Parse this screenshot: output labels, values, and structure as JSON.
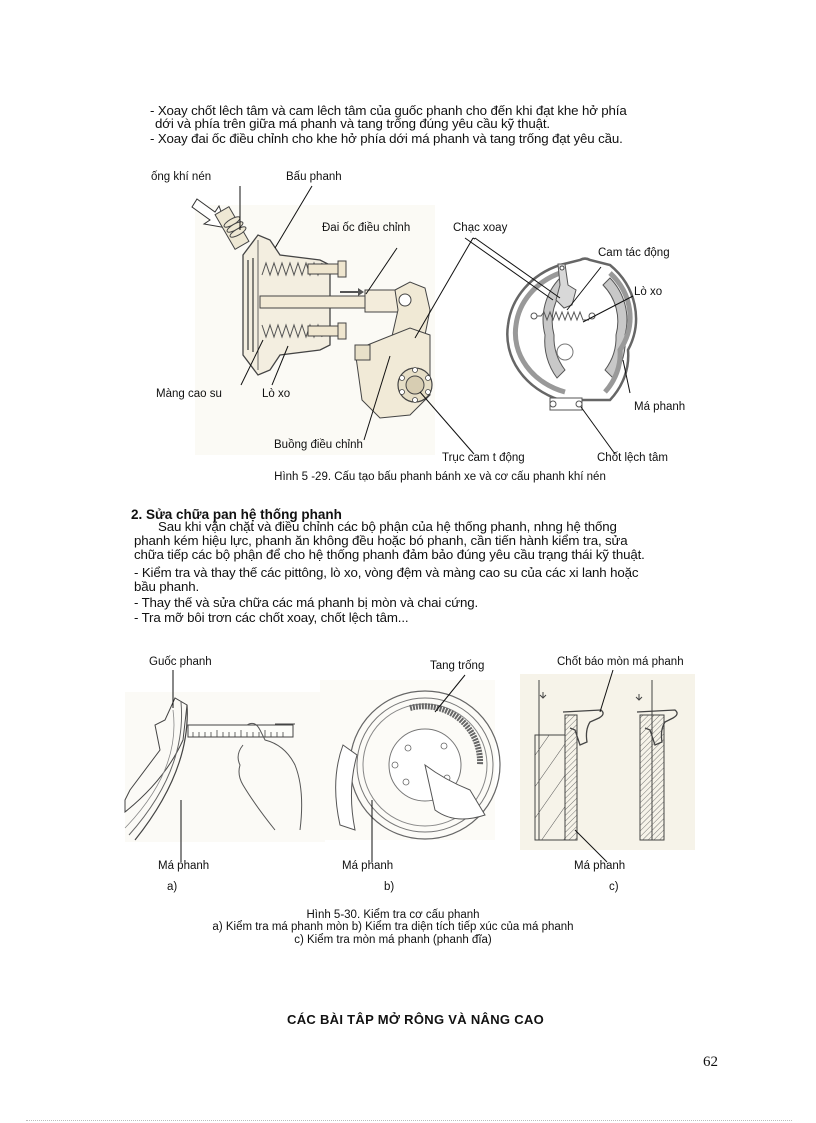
{
  "intro_steps": [
    "- Xoay chốt lêch tâm và cam lêch tâm của guốc phanh cho đến khi đạt khe hở phía",
    "dới   và phía trên giữa má phanh và tang trống đúng yêu cầu kỹ thuật.",
    "- Xoay đai ốc điều chỉnh cho khe hở phía dới   má phanh và tang trống đạt yêu cầu."
  ],
  "figure_5_29": {
    "labels": {
      "ong_khi_nen": "ống khí nén",
      "bau_phanh": "Bấu phanh",
      "dai_oc_dieu_chinh": "Đai ốc điều chỉnh",
      "chac_xoay": "Chạc xoay",
      "cam_tac_dong": "Cam tác động",
      "lo_xo_right": "Lò xo",
      "mang_cao_su": "Màng cao su",
      "lo_xo_left": "Lò xo",
      "ma_phanh": "Má phanh",
      "buong_dieu_chinh": "Buồng điều chỉnh",
      "truc_cam": "Trục cam t động",
      "chot_lech_tam": "Chốt  lệch tâm"
    },
    "caption": "Hình 5 -29. Cấu tạo bấu phanh bánh xe và cơ cấu phanh  khí nén"
  },
  "section_2": {
    "heading": "2. Sửa chữa pan hệ thống phanh",
    "paragraph_lines": [
      "Sau khi vặn chặt và điều chỉnh các bộ phận của hệ thống phanh, nhng   hệ thống",
      "phanh kém hiệu lực, phanh ăn không đều hoặc bó phanh, cần tiến hành kiểm tra, sửa",
      "chữa tiếp các bộ phận để cho hệ thống phanh đảm bảo đúng yêu cầu trạng thái kỹ thuật."
    ],
    "bullets": [
      " - Kiểm tra và thay thế các pittông, lò xo, vòng đệm và màng cao su của các xi lanh hoặc",
      "bầu phanh.",
      " - Thay thế và sửa chữa các má phanh bị mòn và chai cứng.",
      " - Tra mỡ bôi trơn các chốt xoay, chốt lệch tâm..."
    ]
  },
  "figure_5_30": {
    "labels": {
      "guoc_phanh": "Guốc phanh",
      "tang_trong": "Tang trống",
      "chot_bao_mon": "Chốt báo mòn má phanh",
      "ma_phanh_a": "Má phanh",
      "ma_phanh_b": "Má phanh",
      "ma_phanh_c": "Má phanh"
    },
    "sub_labels": [
      "a)",
      "b)",
      "c)"
    ],
    "caption_lines": [
      "Hình 5-30.  Kiểm tra cơ cấu phanh",
      "a) Kiểm tra má phanh  mòn   b) Kiểm tra diện tích tiếp xúc của má phanh",
      "c) Kiểm tra mòn má phanh  (phanh đĩa)"
    ]
  },
  "next_section_heading": "CÁC BÀI TẬP MỞ RỘNG VÀ NÂNG CAO",
  "page_number": "62"
}
